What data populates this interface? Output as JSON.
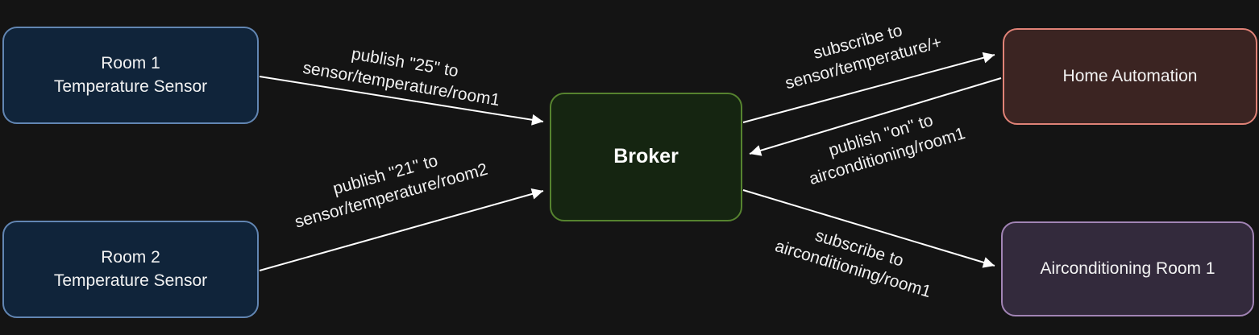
{
  "canvas": {
    "background": "#141414",
    "arrow_color": "#ffffff"
  },
  "nodes": {
    "room1_sensor": {
      "line1": "Room 1",
      "line2": "Temperature Sensor",
      "fill": "#10243a",
      "border": "#6286b3"
    },
    "room2_sensor": {
      "line1": "Room 2",
      "line2": "Temperature Sensor",
      "fill": "#10243a",
      "border": "#6286b3"
    },
    "broker": {
      "label": "Broker",
      "fill": "#152511",
      "border": "#56832f"
    },
    "home_automation": {
      "label": "Home Automation",
      "fill": "#3b2422",
      "border": "#e08277"
    },
    "airconditioning_room1": {
      "label": "Airconditioning Room 1",
      "fill": "#332a3c",
      "border": "#a284b5"
    }
  },
  "edges": {
    "publish_room1": {
      "from": "room1_sensor",
      "to": "broker",
      "line1": "publish \"25\" to",
      "line2": "sensor/temperature/room1"
    },
    "publish_room2": {
      "from": "room2_sensor",
      "to": "broker",
      "line1": "publish \"21\" to",
      "line2": "sensor/temperature/room2"
    },
    "subscribe_temperature": {
      "from": "broker",
      "to": "home_automation",
      "line1": "subscribe to",
      "line2": "sensor/temperature/+"
    },
    "publish_on": {
      "from": "home_automation",
      "to": "broker",
      "line1": "publish \"on\" to",
      "line2": "airconditioning/room1"
    },
    "subscribe_airconditioning": {
      "from": "broker",
      "to": "airconditioning_room1",
      "line1": "subscribe to",
      "line2": "airconditioning/room1"
    }
  }
}
